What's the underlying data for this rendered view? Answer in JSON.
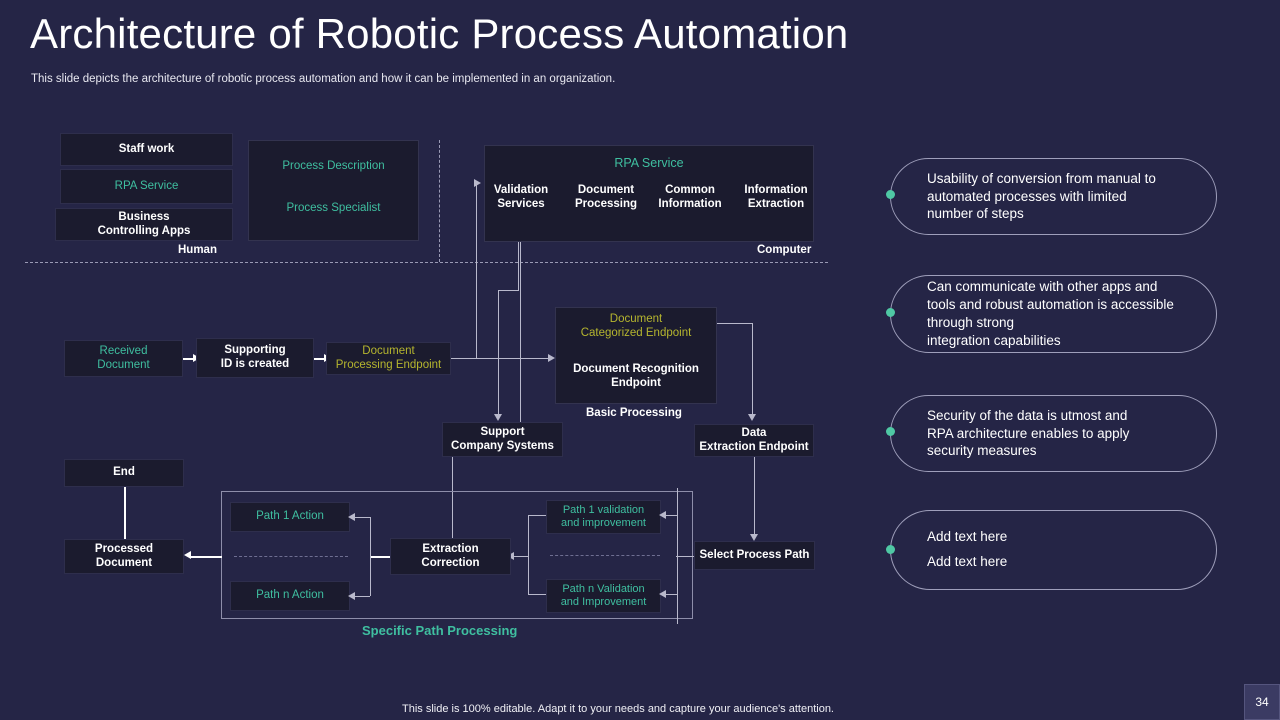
{
  "header": {
    "title": "Architecture of Robotic Process Automation",
    "subtitle": "This slide depicts the architecture of robotic process automation and how it can be implemented in an organization."
  },
  "colors": {
    "background": "#252546",
    "box_fill": "#1b1b2e",
    "teal_accent": "#3fbfa0",
    "olive_accent": "#b5b52e",
    "dot_accent": "#4fc8a4",
    "line": "#b9b9cc",
    "text": "#ffffff"
  },
  "human_zone": {
    "caption": "Human",
    "boxes": [
      {
        "label": "Staff work",
        "style": "white"
      },
      {
        "label": "RPA Service",
        "style": "teal"
      },
      {
        "label": "Business\nControlling Apps",
        "style": "white"
      }
    ],
    "panel": {
      "items": [
        {
          "label": "Process Description",
          "style": "teal"
        },
        {
          "label": "Process Specialist",
          "style": "teal"
        }
      ]
    }
  },
  "computer_zone": {
    "caption": "Computer",
    "panel_title": "RPA  Service",
    "services": [
      "Validation\nServices",
      "Document\nProcessing",
      "Common\nInformation",
      "Information\nExtraction"
    ]
  },
  "intake_flow": {
    "received_document": "Received\nDocument",
    "supporting_id": "Supporting\nID is created",
    "document_processing_endpoint": "Document\nProcessing Endpoint"
  },
  "basic_processing": {
    "caption": "Basic Processing",
    "categorized_endpoint": "Document\nCategorized Endpoint",
    "recognition_endpoint": "Document Recognition\nEndpoint"
  },
  "support_company_systems": "Support\nCompany Systems",
  "data_extraction_endpoint": "Data\nExtraction Endpoint",
  "select_process_path": "Select Process Path",
  "extraction_correction": "Extraction\nCorrection",
  "specific_path_processing": {
    "caption": "Specific Path Processing",
    "actions": [
      {
        "label": "Path 1 Action",
        "style": "teal"
      },
      {
        "label": "Path n Action",
        "style": "teal"
      }
    ],
    "validations": [
      {
        "label": "Path 1 validation\nand improvement",
        "style": "teal"
      },
      {
        "label": "Path n Validation\nand Improvement",
        "style": "teal"
      }
    ]
  },
  "outputs": {
    "processed_document": "Processed\nDocument",
    "end": "End"
  },
  "callouts": [
    {
      "text": "Usability  of conversion from manual to\nautomated processes with limited\nnumber of steps"
    },
    {
      "text": "Can communicate with other  apps and\ntools and robust automation  is accessible\nthrough strong\nintegration capabilities"
    },
    {
      "text": "Security of the data is utmost and\nRPA architecture enables to apply\nsecurity measures"
    },
    {
      "text": "Add text here\nAdd text here"
    }
  ],
  "footer": {
    "note": "This slide is 100% editable. Adapt it to your needs and capture your audience's attention.",
    "page_number": "34"
  }
}
